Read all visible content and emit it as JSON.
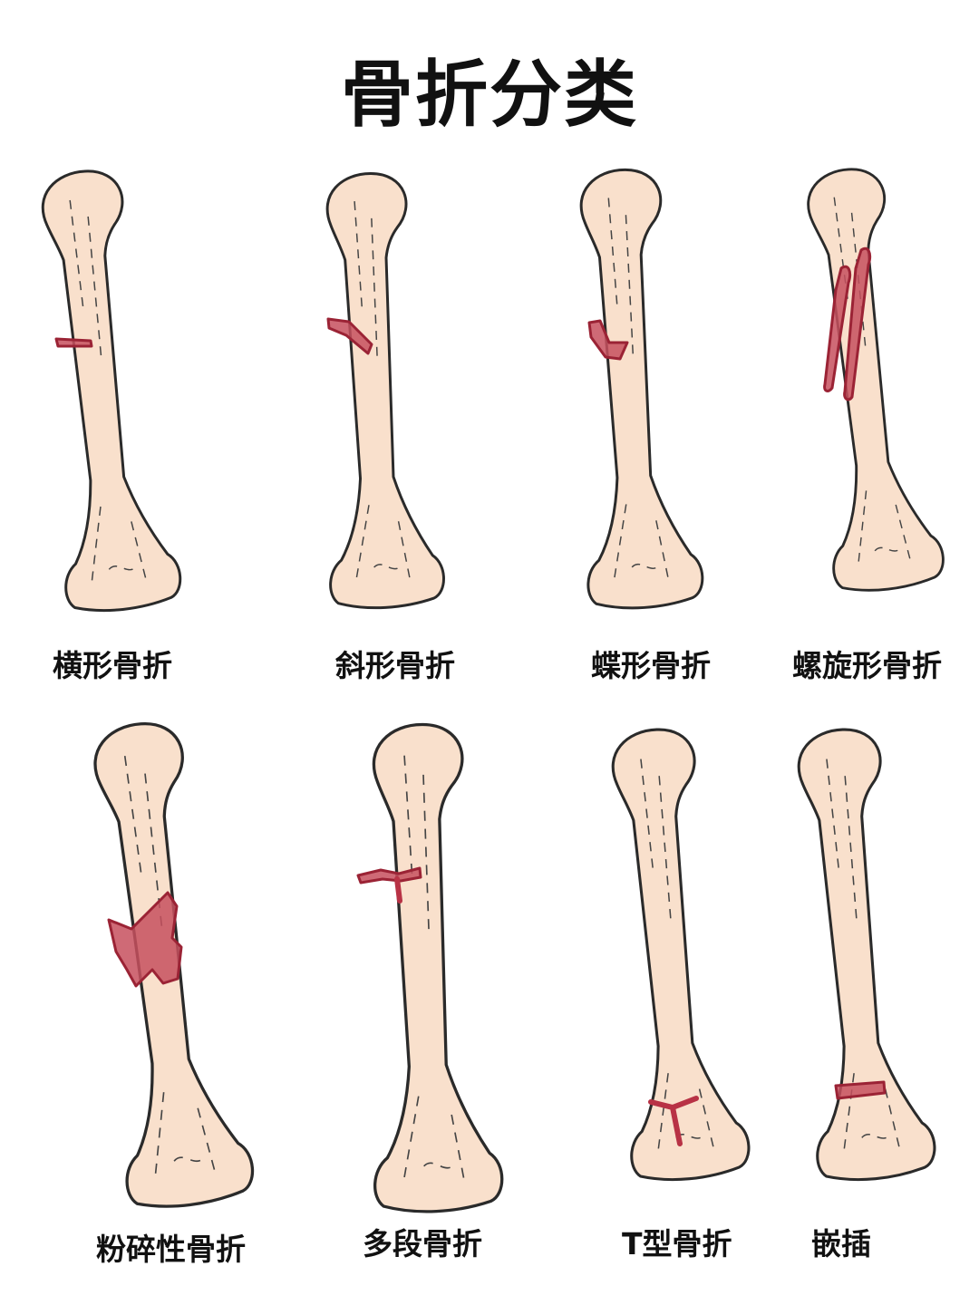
{
  "title": "骨折分类",
  "fracture_types": [
    {
      "label": "横形骨折"
    },
    {
      "label": "斜形骨折"
    },
    {
      "label": "蝶形骨折"
    },
    {
      "label": "螺旋形骨折"
    },
    {
      "label": "粉碎性骨折"
    },
    {
      "label": "多段骨折"
    },
    {
      "label": "T型骨折"
    },
    {
      "label": "嵌插"
    }
  ],
  "colors": {
    "bone": "#f9e0cc",
    "fracture": "#c7505e",
    "outline": "#2a2a2a"
  }
}
